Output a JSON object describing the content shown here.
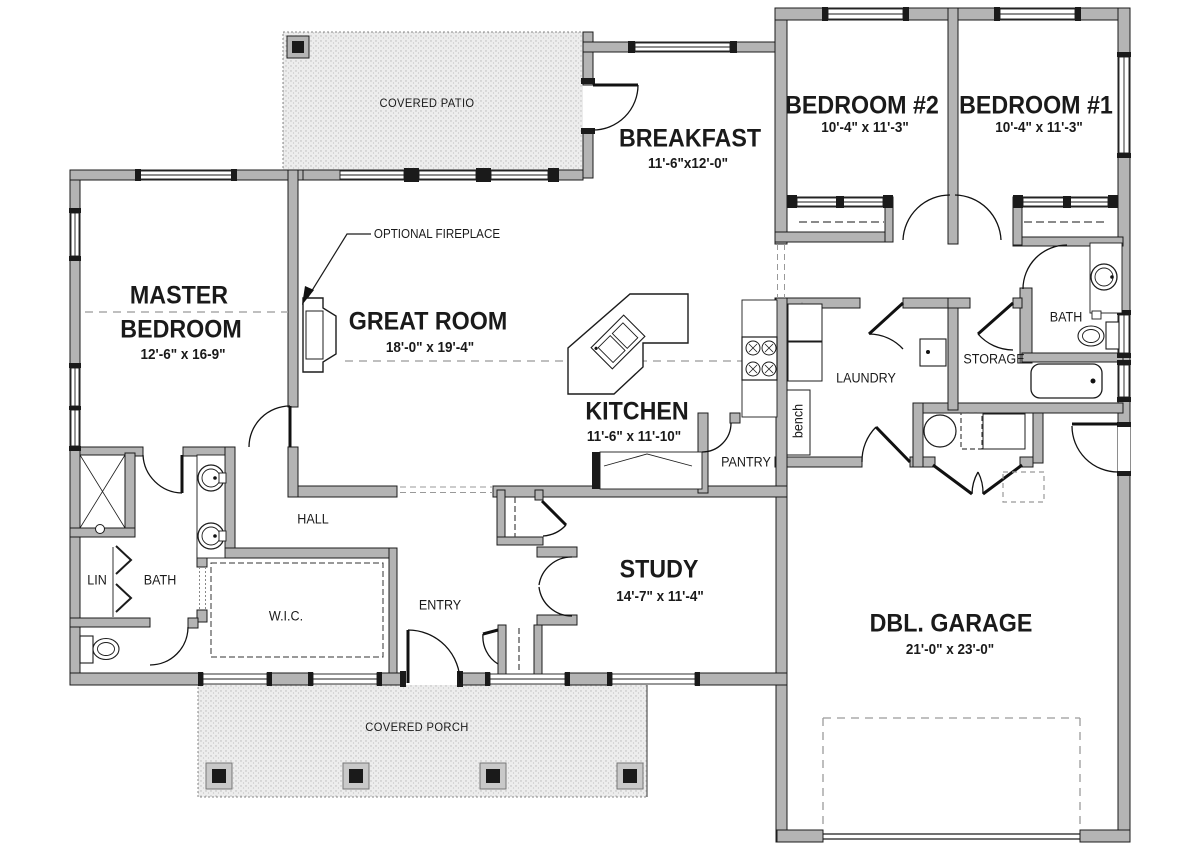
{
  "title": "House floor plan",
  "labels": {
    "covered_patio": "COVERED PATIO",
    "breakfast": "BREAKFAST",
    "breakfast_dims": "11'-6\"x12'-0\"",
    "bedroom2": "BEDROOM #2",
    "bedroom2_dims": "10'-4\" x 11'-3\"",
    "bedroom1": "BEDROOM #1",
    "bedroom1_dims": "10'-4\" x 11'-3\"",
    "master_line1": "MASTER",
    "master_line2": "BEDROOM",
    "master_dims": "12'-6\" x 16-9\"",
    "optional_fireplace": "OPTIONAL FIREPLACE",
    "great_room": "GREAT ROOM",
    "great_room_dims": "18'-0\" x 19'-4\"",
    "kitchen": "KITCHEN",
    "kitchen_dims": "11'-6\" x 11'-10\"",
    "pantry": "PANTRY",
    "laundry": "LAUNDRY",
    "storage": "STORAGE",
    "bath_right": "BATH",
    "bench": "bench",
    "hall": "HALL",
    "bath_left": "BATH",
    "lin": "LIN",
    "wic": "W.I.C.",
    "entry": "ENTRY",
    "study": "STUDY",
    "study_dims": "14'-7\" x 11'-4\"",
    "garage": "DBL. GARAGE",
    "garage_dims": "21'-0\" x 23'-0\"",
    "covered_porch": "COVERED PORCH"
  },
  "fixtures": [
    "fireplace",
    "kitchen-island-sink",
    "range",
    "refrigerator-counter",
    "pantry-door",
    "double-vanity-sinks",
    "shower",
    "toilet",
    "linen-bifold",
    "tub",
    "toilet-right",
    "vanity-sink-right",
    "washer-dryer",
    "utility-sink",
    "bench",
    "water-heater",
    "garage-door",
    "porch-posts",
    "patio-post"
  ],
  "colors": {
    "wall_fill": "#b4b4b4",
    "line": "#1c1c1c",
    "paved_fill": "#ececec",
    "dash_gray": "#9b9b9b"
  }
}
